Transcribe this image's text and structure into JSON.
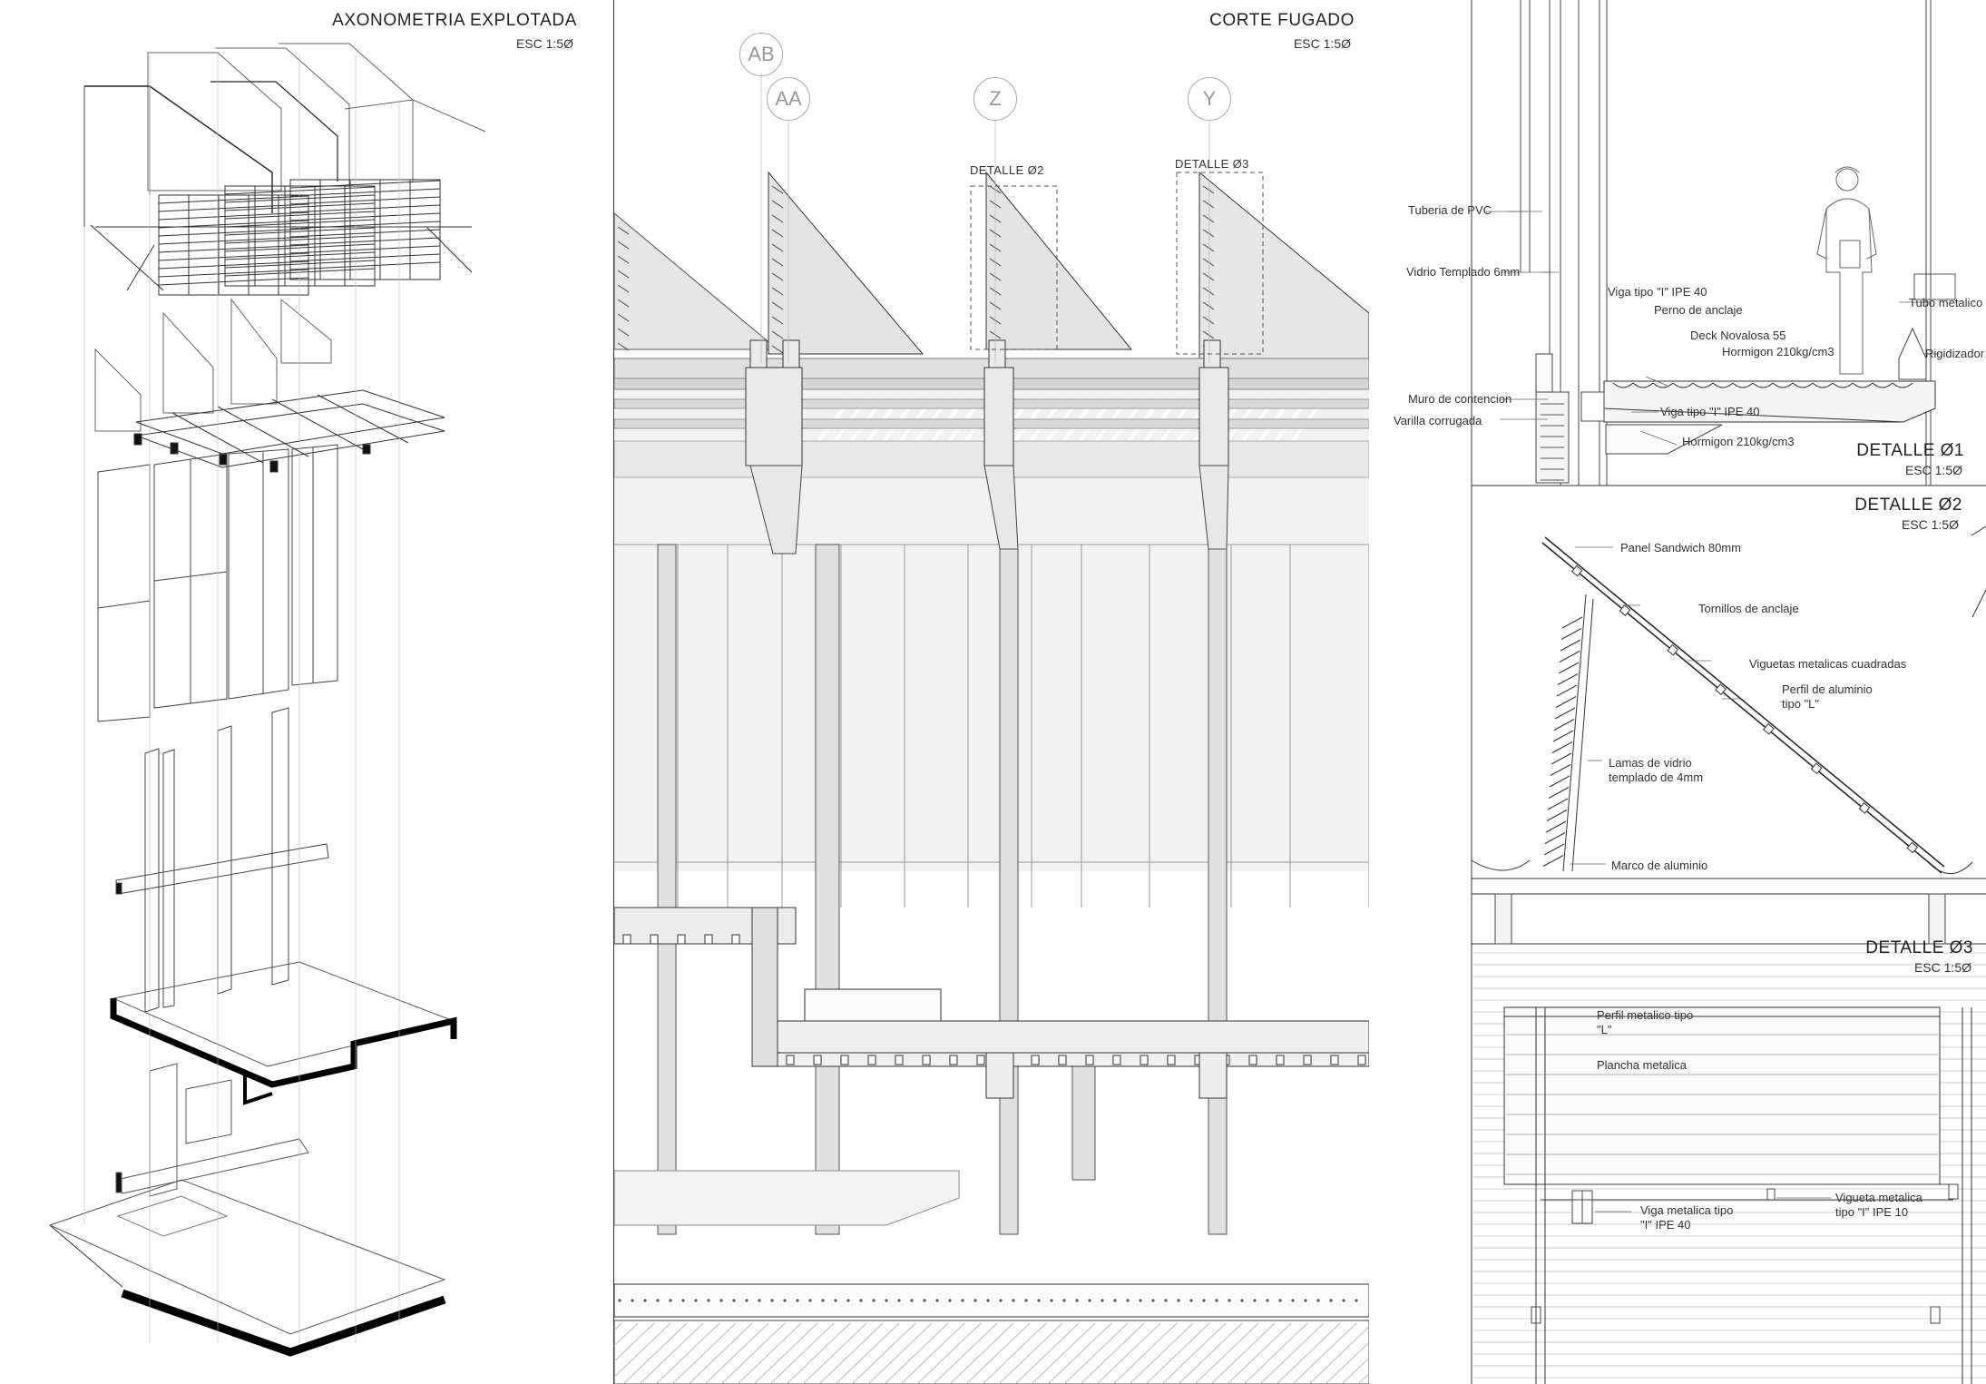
{
  "axonometria": {
    "title": "AXONOMETRIA EXPLOTADA",
    "scale": "ESC 1:5Ø"
  },
  "corte": {
    "title": "CORTE FUGADO",
    "scale": "ESC 1:5Ø",
    "grid_labels": [
      "AB",
      "AA",
      "Z",
      "Y"
    ],
    "detail_tags": [
      "DETALLE Ø2",
      "DETALLE Ø3"
    ]
  },
  "detalle1": {
    "title": "DETALLE Ø1",
    "scale": "ESC 1:5Ø",
    "labels": {
      "tuberia": "Tuberia de PVC",
      "vidrio": "Vidrio Templado 6mm",
      "viga_ipe_top": "Viga tipo \"I\" IPE 40",
      "perno": "Perno de anclaje",
      "deck": "Deck Novalosa 55",
      "hormigon_top": "Hormigon 210kg/cm3",
      "tubo": "Tubo metalico",
      "rigidizador": "Rigidizador",
      "muro": "Muro de contencion",
      "varilla": "Varilla corrugada",
      "viga_ipe_mid": "Viga tipo \"I\" IPE 40",
      "hormigon_bottom": "Hormigon 210kg/cm3"
    }
  },
  "detalle2": {
    "title": "DETALLE Ø2",
    "scale": "ESC 1:5Ø",
    "labels": {
      "panel": "Panel Sandwich 80mm",
      "tornillos": "Tornillos de anclaje",
      "viguetas": "Viguetas metalicas cuadradas",
      "perfil_l1": "Perfil de aluminio",
      "perfil_l2": "tipo \"L\"",
      "lamas1": "Lamas de vidrio",
      "lamas2": "templado de 4mm",
      "marco": "Marco de aluminio"
    }
  },
  "detalle3": {
    "title": "DETALLE Ø3",
    "scale": "ESC 1:5Ø",
    "labels": {
      "perfil1": "Perfil metalico tipo",
      "perfil2": "\"L\"",
      "plancha": "Plancha metalica",
      "viga1": "Viga metalica tipo",
      "viga2": "\"I\" IPE 40",
      "vigueta1": "Vigueta metalica",
      "vigueta2": "tipo \"I\" IPE 10"
    }
  }
}
